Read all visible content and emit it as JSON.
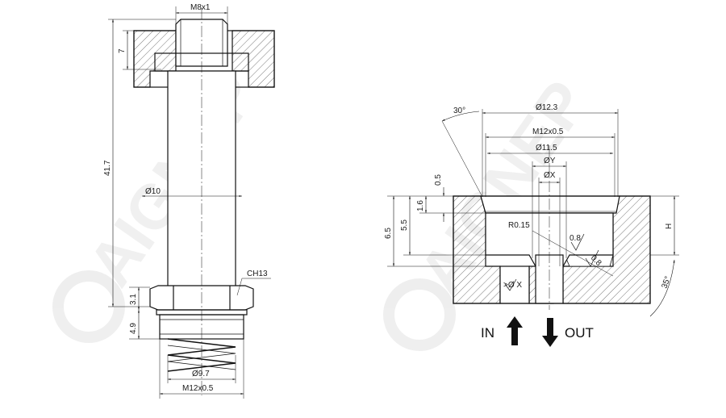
{
  "watermark": "AIGNEP",
  "left_drawing": {
    "thread_top": "M8x1",
    "dim_top_height": "7",
    "dim_total_height": "41.7",
    "dim_shaft_diameter": "Ø10",
    "hex_callout": "CH13",
    "dim_hex_height": "3.1",
    "dim_thread_height": "4.9",
    "dim_spring_diameter": "Ø9.7",
    "thread_bottom": "M12x0.5"
  },
  "right_drawing": {
    "angle_top": "30°",
    "dia_outer": "Ø12.3",
    "thread": "M12x0.5",
    "dia_inner": "Ø11.5",
    "dia_y": "ØY",
    "dia_x": "ØX",
    "dim_0_5": "0.5",
    "dim_1_6": "1.6",
    "dim_5_5": "5.5",
    "dim_6_5": "6.5",
    "dim_h": "H",
    "radius": "R0.15",
    "roughness_1": "0.8",
    "roughness_2": "0.8",
    "port_dia": ">Ø X",
    "angle_bottom": "35°",
    "label_in": "IN",
    "label_out": "OUT"
  }
}
